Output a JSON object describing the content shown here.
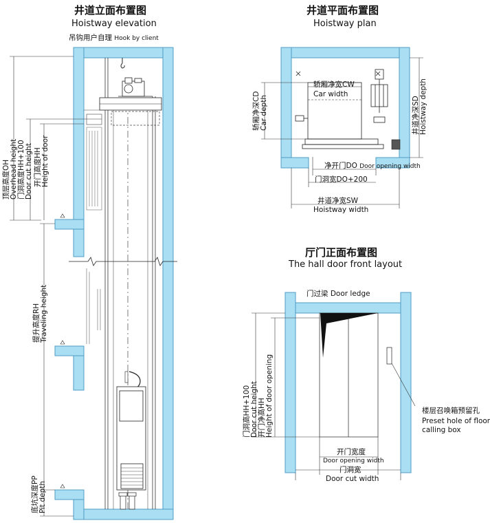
{
  "colors": {
    "wall": "#a9def3",
    "wall_stroke": "#4f9cc6",
    "line": "#222222",
    "dim": "#333333"
  },
  "elevation": {
    "title_cn": "井道立面布置图",
    "title_en": "Hoistway elevation",
    "hook_label": "吊钩用户自理",
    "hook_label_en": "Hook by client",
    "overhead_cn": "顶层高度OH",
    "overhead_en": "Overhead height",
    "doorcut_cn": "门洞高度HH+100",
    "doorcut_en": "Door cut height",
    "doorheight_cn": "开门高度HH",
    "doorheight_en": "Height of door",
    "travel_cn": "提升高度RH",
    "travel_en": "Traveling height",
    "pit_cn": "底坑深度PP",
    "pit_en": "Pit depth"
  },
  "plan": {
    "title_cn": "井道平面布置图",
    "title_en": "Hoistway plan",
    "car_width_cn": "轿厢净宽CW",
    "car_width_en": "Car width",
    "car_depth_cn": "轿厢净深CD",
    "car_depth_en": "Car depth",
    "hoistway_depth_cn": "井道净深SD",
    "hoistway_depth_en": "Hoistway depth",
    "door_opening_cn": "净开门DO",
    "door_opening_en": "Door opening width",
    "door_cut_cn": "门洞宽DO+200",
    "hoistway_width_cn": "井道净宽SW",
    "hoistway_width_en": "Hoistway width"
  },
  "hall": {
    "title_cn": "厅门正面布置图",
    "title_en": "The hall door front layout",
    "ledge_cn": "门过梁",
    "ledge_en": "Door ledge",
    "doorcut_cn": "门洞高HH+100",
    "doorcut_en": "Door cut height",
    "doorheight_cn": "开门净高HH",
    "doorheight_en": "Height of door opening",
    "preset_cn": "楼层召唤箱预留孔",
    "preset_en1": "Preset hole of floor",
    "preset_en2": "calling box",
    "open_width_cn": "开门宽度",
    "open_width_en": "Door opening width",
    "cut_width_cn": "门洞宽",
    "cut_width_en": "Door cut width"
  }
}
